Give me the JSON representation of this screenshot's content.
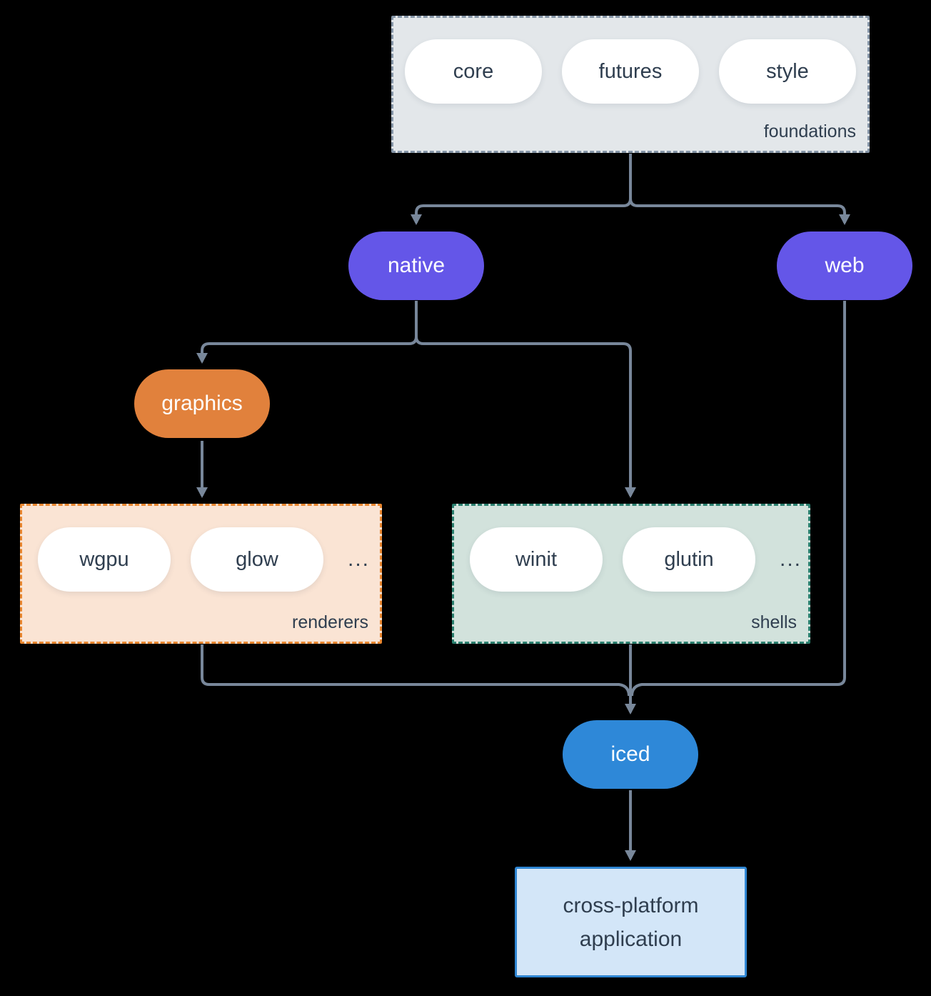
{
  "diagram": {
    "foundations": {
      "label": "foundations",
      "pills": [
        "core",
        "futures",
        "style"
      ]
    },
    "native": {
      "label": "native"
    },
    "web": {
      "label": "web"
    },
    "graphics": {
      "label": "graphics"
    },
    "renderers": {
      "label": "renderers",
      "pills": [
        "wgpu",
        "glow"
      ],
      "more": "..."
    },
    "shells": {
      "label": "shells",
      "pills": [
        "winit",
        "glutin"
      ],
      "more": "..."
    },
    "iced": {
      "label": "iced"
    },
    "application": {
      "line1": "cross-platform",
      "line2": "application"
    }
  },
  "colors": {
    "background": "#000000",
    "arrow": "#78879a",
    "node_purple": "#6456e8",
    "node_orange": "#e1813c",
    "node_blue": "#2e88d8",
    "foundations_fill": "#e3e7ea",
    "foundations_border": "#8494a6",
    "renderers_fill": "#fae4d4",
    "renderers_border": "#e8862f",
    "shells_fill": "#d2e2dc",
    "shells_border": "#2a7f6e",
    "app_fill": "#d3e6f8",
    "app_border": "#2f86d3",
    "text_dark": "#2f3e4f",
    "text_light": "#ffffff"
  }
}
